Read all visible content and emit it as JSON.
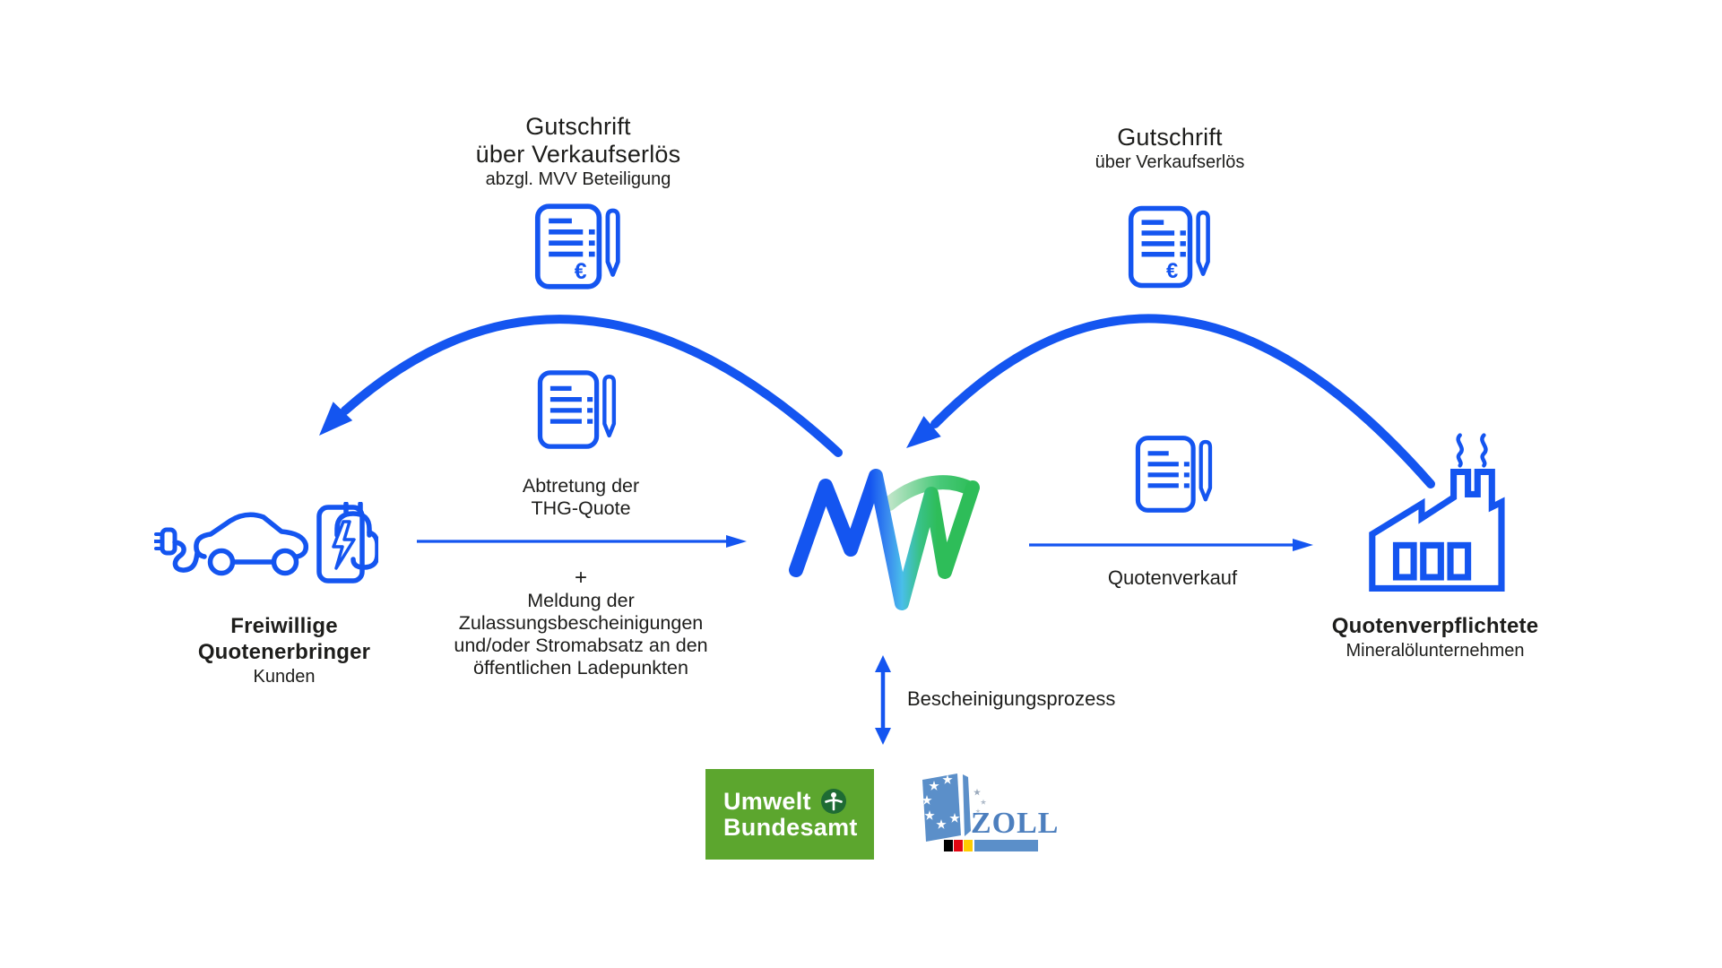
{
  "colors": {
    "brand_blue": "#1455F0",
    "mvv_cyan": "#49BEEA",
    "mvv_green": "#2EBD59",
    "text_black": "#1D1D1B",
    "uba_green": "#5CA62E",
    "uba_dark_green": "#1E6B34",
    "zoll_blue": "#5B8FC9",
    "zoll_text_blue": "#4D7FBE",
    "german_flag_black": "#000000",
    "german_flag_red": "#E30613",
    "german_flag_gold": "#FFCC00"
  },
  "credit_left": {
    "line1": "Gutschrift",
    "line2": "über Verkaufserlös",
    "line3": "abzgl. MVV Beteiligung"
  },
  "credit_right": {
    "line1": "Gutschrift",
    "line2": "über Verkaufserlös"
  },
  "left_actor": {
    "name_line1": "Freiwillige",
    "name_line2": "Quotenerbringer",
    "subtitle": "Kunden"
  },
  "right_actor": {
    "name": "Quotenverpflichtete",
    "subtitle": "Mineralölunternehmen"
  },
  "flow_left": {
    "line1": "Abtretung der",
    "line2": "THG-Quote",
    "plus": "+",
    "line3": "Meldung der",
    "line4": "Zulassungsbescheinigungen",
    "line5": "und/oder Stromabsatz an den",
    "line6": "öffentlichen Ladepunkten"
  },
  "flow_right": {
    "label": "Quotenverkauf"
  },
  "flow_bottom": {
    "label": "Bescheinigungsprozess"
  },
  "euro_symbol": "€",
  "uba_logo": {
    "line1": "Umwelt",
    "line2": "Bundesamt"
  },
  "zoll_logo": {
    "text": "ZOLL"
  },
  "icons": [
    "document-euro-pen-icon",
    "document-pen-icon",
    "electric-car-icon",
    "charging-station-icon",
    "charging-plug-icon",
    "factory-icon",
    "mvv-logo",
    "uba-figure-icon",
    "eu-stars-flag-icon",
    "curved-arrow",
    "horizontal-arrow",
    "vertical-double-arrow"
  ]
}
